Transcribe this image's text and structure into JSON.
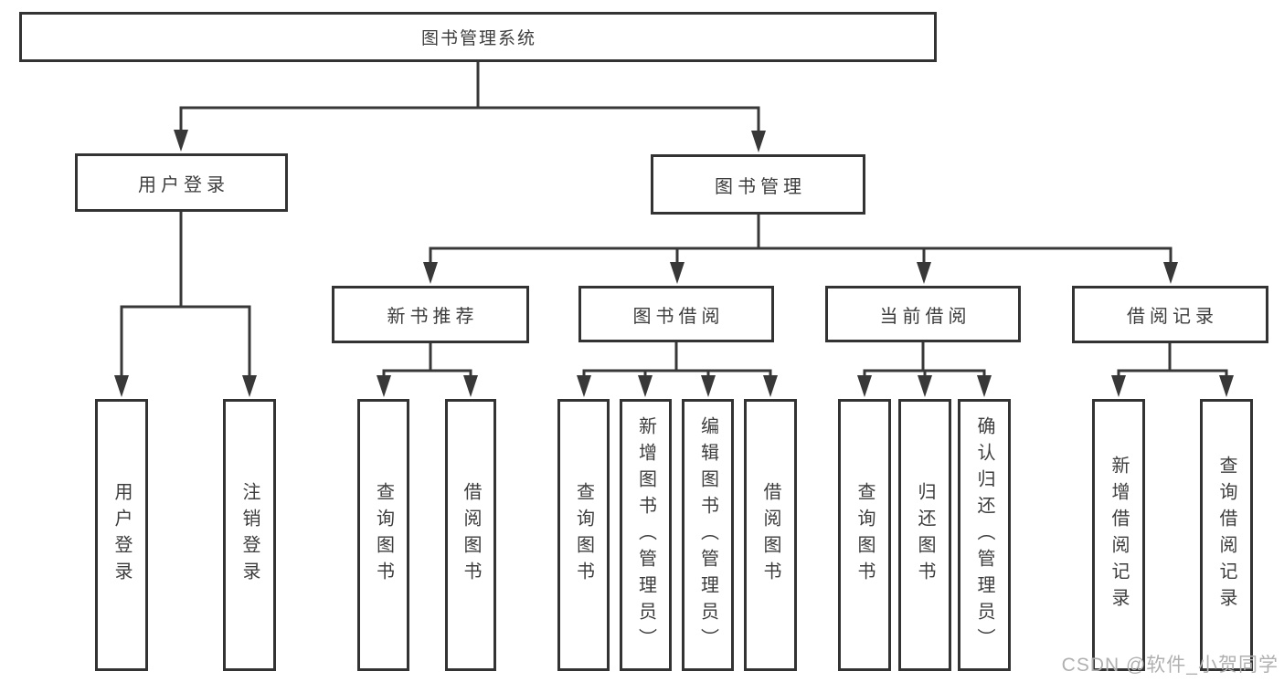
{
  "diagram": {
    "tree": {
      "root": {
        "label": "图书管理系统",
        "children": [
          {
            "label": "用户登录",
            "children": [
              {
                "label": "用户登录"
              },
              {
                "label": "注销登录"
              }
            ]
          },
          {
            "label": "图书管理",
            "children": [
              {
                "label": "新书推荐",
                "children": [
                  {
                    "label": "查询图书"
                  },
                  {
                    "label": "借阅图书"
                  }
                ]
              },
              {
                "label": "图书借阅",
                "children": [
                  {
                    "label": "查询图书"
                  },
                  {
                    "label": "新增图书（管理员）"
                  },
                  {
                    "label": "编辑图书（管理员）"
                  },
                  {
                    "label": "借阅图书"
                  }
                ]
              },
              {
                "label": "当前借阅",
                "children": [
                  {
                    "label": "查询图书"
                  },
                  {
                    "label": "归还图书"
                  },
                  {
                    "label": "确认归还（管理员）"
                  }
                ]
              },
              {
                "label": "借阅记录",
                "children": [
                  {
                    "label": "新增借阅记录"
                  },
                  {
                    "label": "查询借阅记录"
                  }
                ]
              }
            ]
          }
        ]
      }
    },
    "colors": {
      "line": "#383838",
      "box_border": "#333333",
      "text": "#3d3d3d",
      "watermark": "#b0b0b0",
      "background": "#ffffff"
    }
  },
  "watermark": {
    "text": "CSDN @软件_小贺同学"
  }
}
